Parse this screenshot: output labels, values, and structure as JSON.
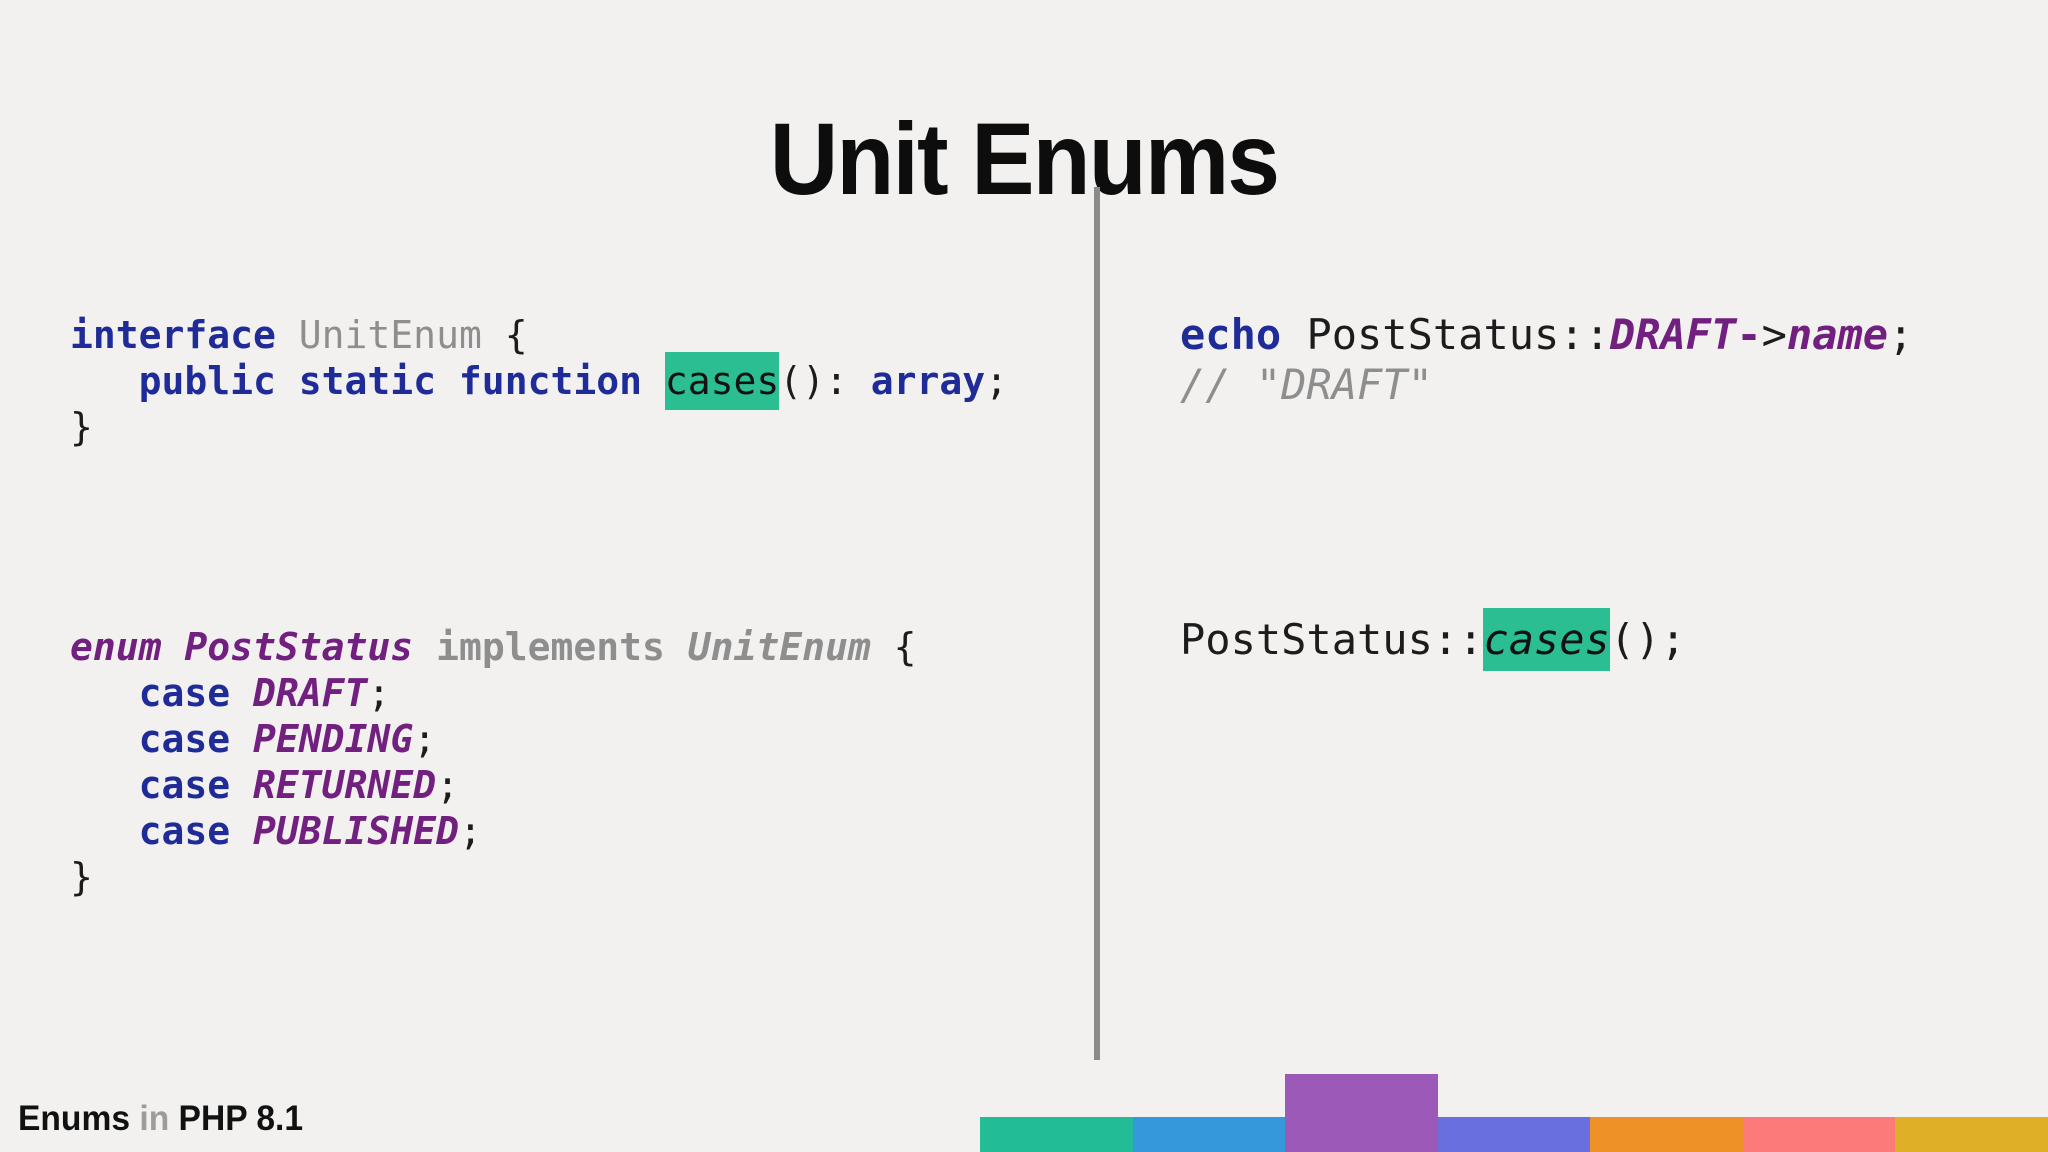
{
  "title": "Unit Enums",
  "palette": {
    "background": "#F2F1F0",
    "title_color": "#0D0D0D",
    "divider_color": "#8A8A8A",
    "keyword": "#1F2C98",
    "purple": "#71207F",
    "gray_ident": "#8E8E8E",
    "plain": "#1C1C1C",
    "highlight": "#2BBE92",
    "footer_gray": "#9C9C9C"
  },
  "code": {
    "interface": {
      "lines": [
        [
          {
            "t": "interface",
            "s": "kw"
          },
          {
            "t": " ",
            "s": "plain"
          },
          {
            "t": "UnitEnum",
            "s": "gray"
          },
          {
            "t": " {",
            "s": "plain"
          }
        ],
        [
          {
            "t": "   ",
            "s": "plain"
          },
          {
            "t": "public static function",
            "s": "kw"
          },
          {
            "t": " ",
            "s": "plain"
          },
          {
            "t": "cases",
            "s": "hl",
            "n": "highlight-cases"
          },
          {
            "t": "(): ",
            "s": "plain"
          },
          {
            "t": "array",
            "s": "kw"
          },
          {
            "t": ";",
            "s": "plain"
          }
        ],
        [
          {
            "t": "}",
            "s": "plain"
          }
        ]
      ]
    },
    "enum": {
      "lines": [
        [
          {
            "t": "enum PostStatus",
            "s": "pi"
          },
          {
            "t": " ",
            "s": "plain"
          },
          {
            "t": "implements",
            "s": "grayb"
          },
          {
            "t": " ",
            "s": "plain"
          },
          {
            "t": "UnitEnum",
            "s": "graybi"
          },
          {
            "t": " {",
            "s": "plain"
          }
        ],
        [
          {
            "t": "   ",
            "s": "plain"
          },
          {
            "t": "case",
            "s": "kw"
          },
          {
            "t": " ",
            "s": "plain"
          },
          {
            "t": "DRAFT",
            "s": "pi"
          },
          {
            "t": ";",
            "s": "plain"
          }
        ],
        [
          {
            "t": "   ",
            "s": "plain"
          },
          {
            "t": "case",
            "s": "kw"
          },
          {
            "t": " ",
            "s": "plain"
          },
          {
            "t": "PENDING",
            "s": "pi"
          },
          {
            "t": ";",
            "s": "plain"
          }
        ],
        [
          {
            "t": "   ",
            "s": "plain"
          },
          {
            "t": "case",
            "s": "kw"
          },
          {
            "t": " ",
            "s": "plain"
          },
          {
            "t": "RETURNED",
            "s": "pi"
          },
          {
            "t": ";",
            "s": "plain"
          }
        ],
        [
          {
            "t": "   ",
            "s": "plain"
          },
          {
            "t": "case",
            "s": "kw"
          },
          {
            "t": " ",
            "s": "plain"
          },
          {
            "t": "PUBLISHED",
            "s": "pi"
          },
          {
            "t": ";",
            "s": "plain"
          }
        ],
        [
          {
            "t": "}",
            "s": "plain"
          }
        ]
      ]
    },
    "echo": {
      "lines": [
        [
          {
            "t": "echo",
            "s": "kw"
          },
          {
            "t": " PostStatus::",
            "s": "plain"
          },
          {
            "t": "DRAFT",
            "s": "pi"
          },
          {
            "t": "-",
            "s": "pd"
          },
          {
            "t": ">",
            "s": "plain"
          },
          {
            "t": "name",
            "s": "pi"
          },
          {
            "t": ";",
            "s": "plain"
          }
        ],
        [
          {
            "t": "// \"DRAFT\"",
            "s": "comment"
          }
        ]
      ]
    },
    "cases": {
      "lines": [
        [
          {
            "t": "PostStatus::",
            "s": "plain"
          },
          {
            "t": "cases",
            "s": "hli",
            "n": "highlight-cases"
          },
          {
            "t": "();",
            "s": "plain"
          }
        ]
      ]
    }
  },
  "footer": {
    "word1": "Enums ",
    "word2": "in ",
    "word3": "PHP 8.1"
  },
  "bar": {
    "segments": [
      {
        "name": "teal",
        "color": "#22BC96",
        "raised": false
      },
      {
        "name": "blue",
        "color": "#3498DB",
        "raised": false
      },
      {
        "name": "purple",
        "color": "#9C59B8",
        "raised": true
      },
      {
        "name": "indigo",
        "color": "#6A6FE0",
        "raised": false
      },
      {
        "name": "orange",
        "color": "#EE9127",
        "raised": false
      },
      {
        "name": "salmon",
        "color": "#FC7B79",
        "raised": false
      },
      {
        "name": "gold",
        "color": "#DFAF28",
        "raised": false
      }
    ]
  }
}
